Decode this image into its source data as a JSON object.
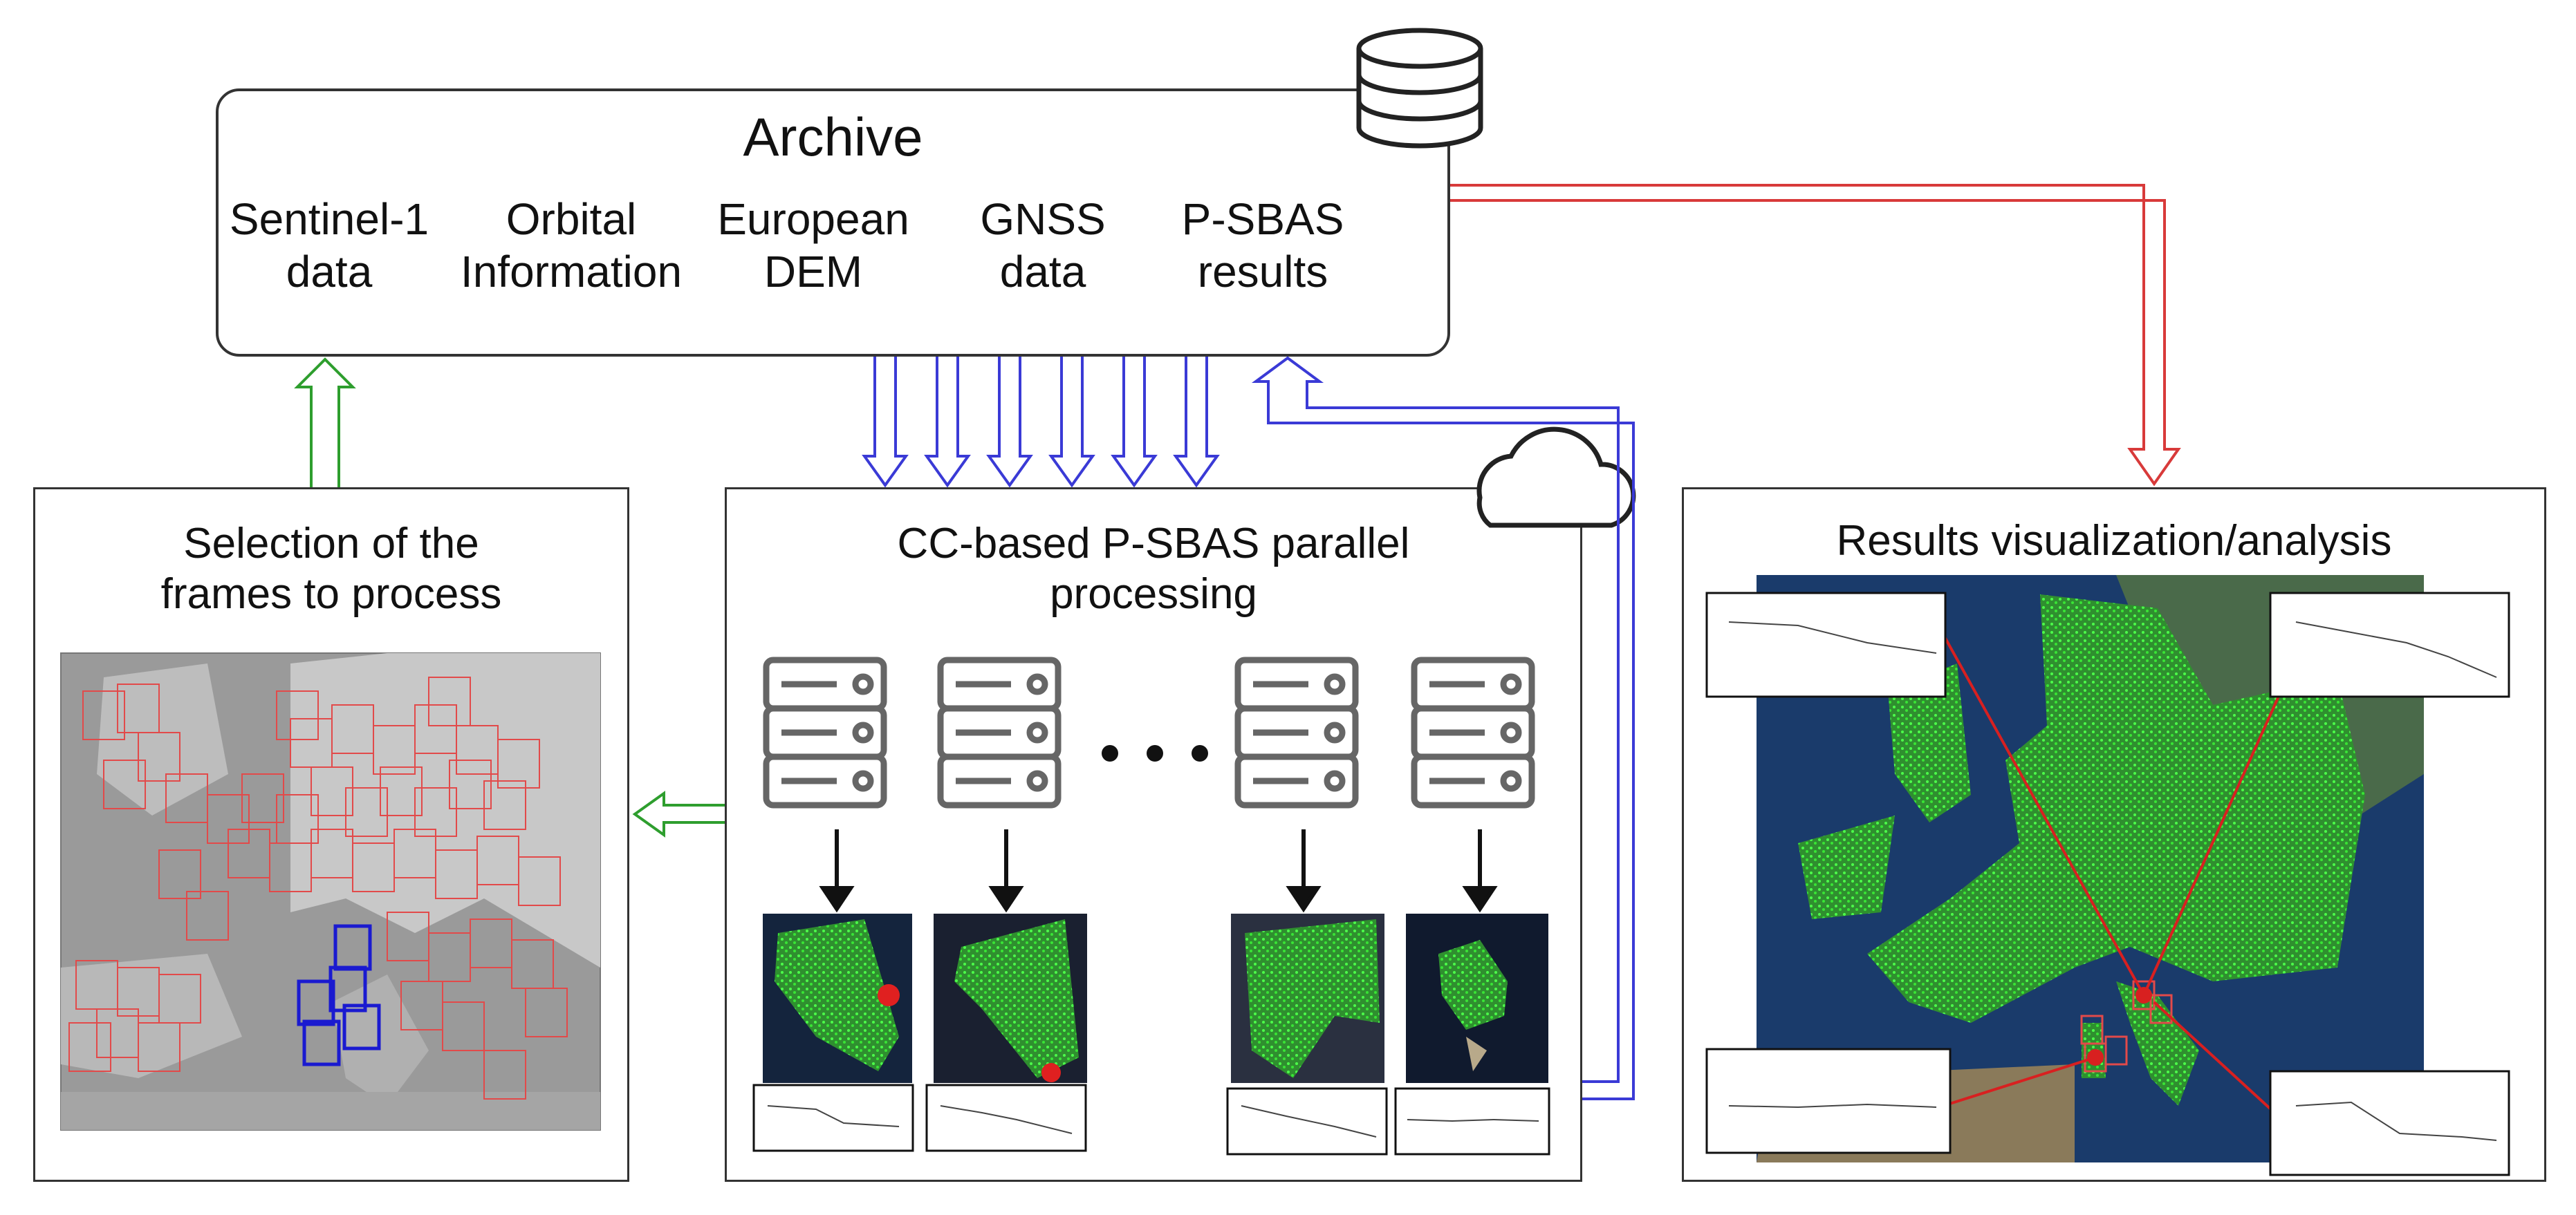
{
  "archive": {
    "title": "Archive",
    "sources": [
      {
        "label": "Sentinel-1\ndata"
      },
      {
        "label": "Orbital\nInformation"
      },
      {
        "label": "European\nDEM"
      },
      {
        "label": "GNSS\ndata"
      },
      {
        "label": "P-SBAS\nresults"
      }
    ]
  },
  "panels": {
    "selection": {
      "title": "Selection of the\nframes to process"
    },
    "processing": {
      "title": "CC-based P-SBAS parallel\nprocessing",
      "ellipsis": "• • •"
    },
    "results": {
      "title": "Results visualization/analysis"
    }
  },
  "colors": {
    "green_arrow": "#2e9e2e",
    "blue_arrow": "#3a3ad6",
    "red_arrow": "#d83a3a",
    "map_green": "#3ef03a",
    "sea": "#1a3b6b",
    "frame_red": "#e24a4a",
    "frame_blue": "#1a1ad0"
  },
  "icons": [
    "database-icon",
    "cloud-icon",
    "server-icon"
  ]
}
